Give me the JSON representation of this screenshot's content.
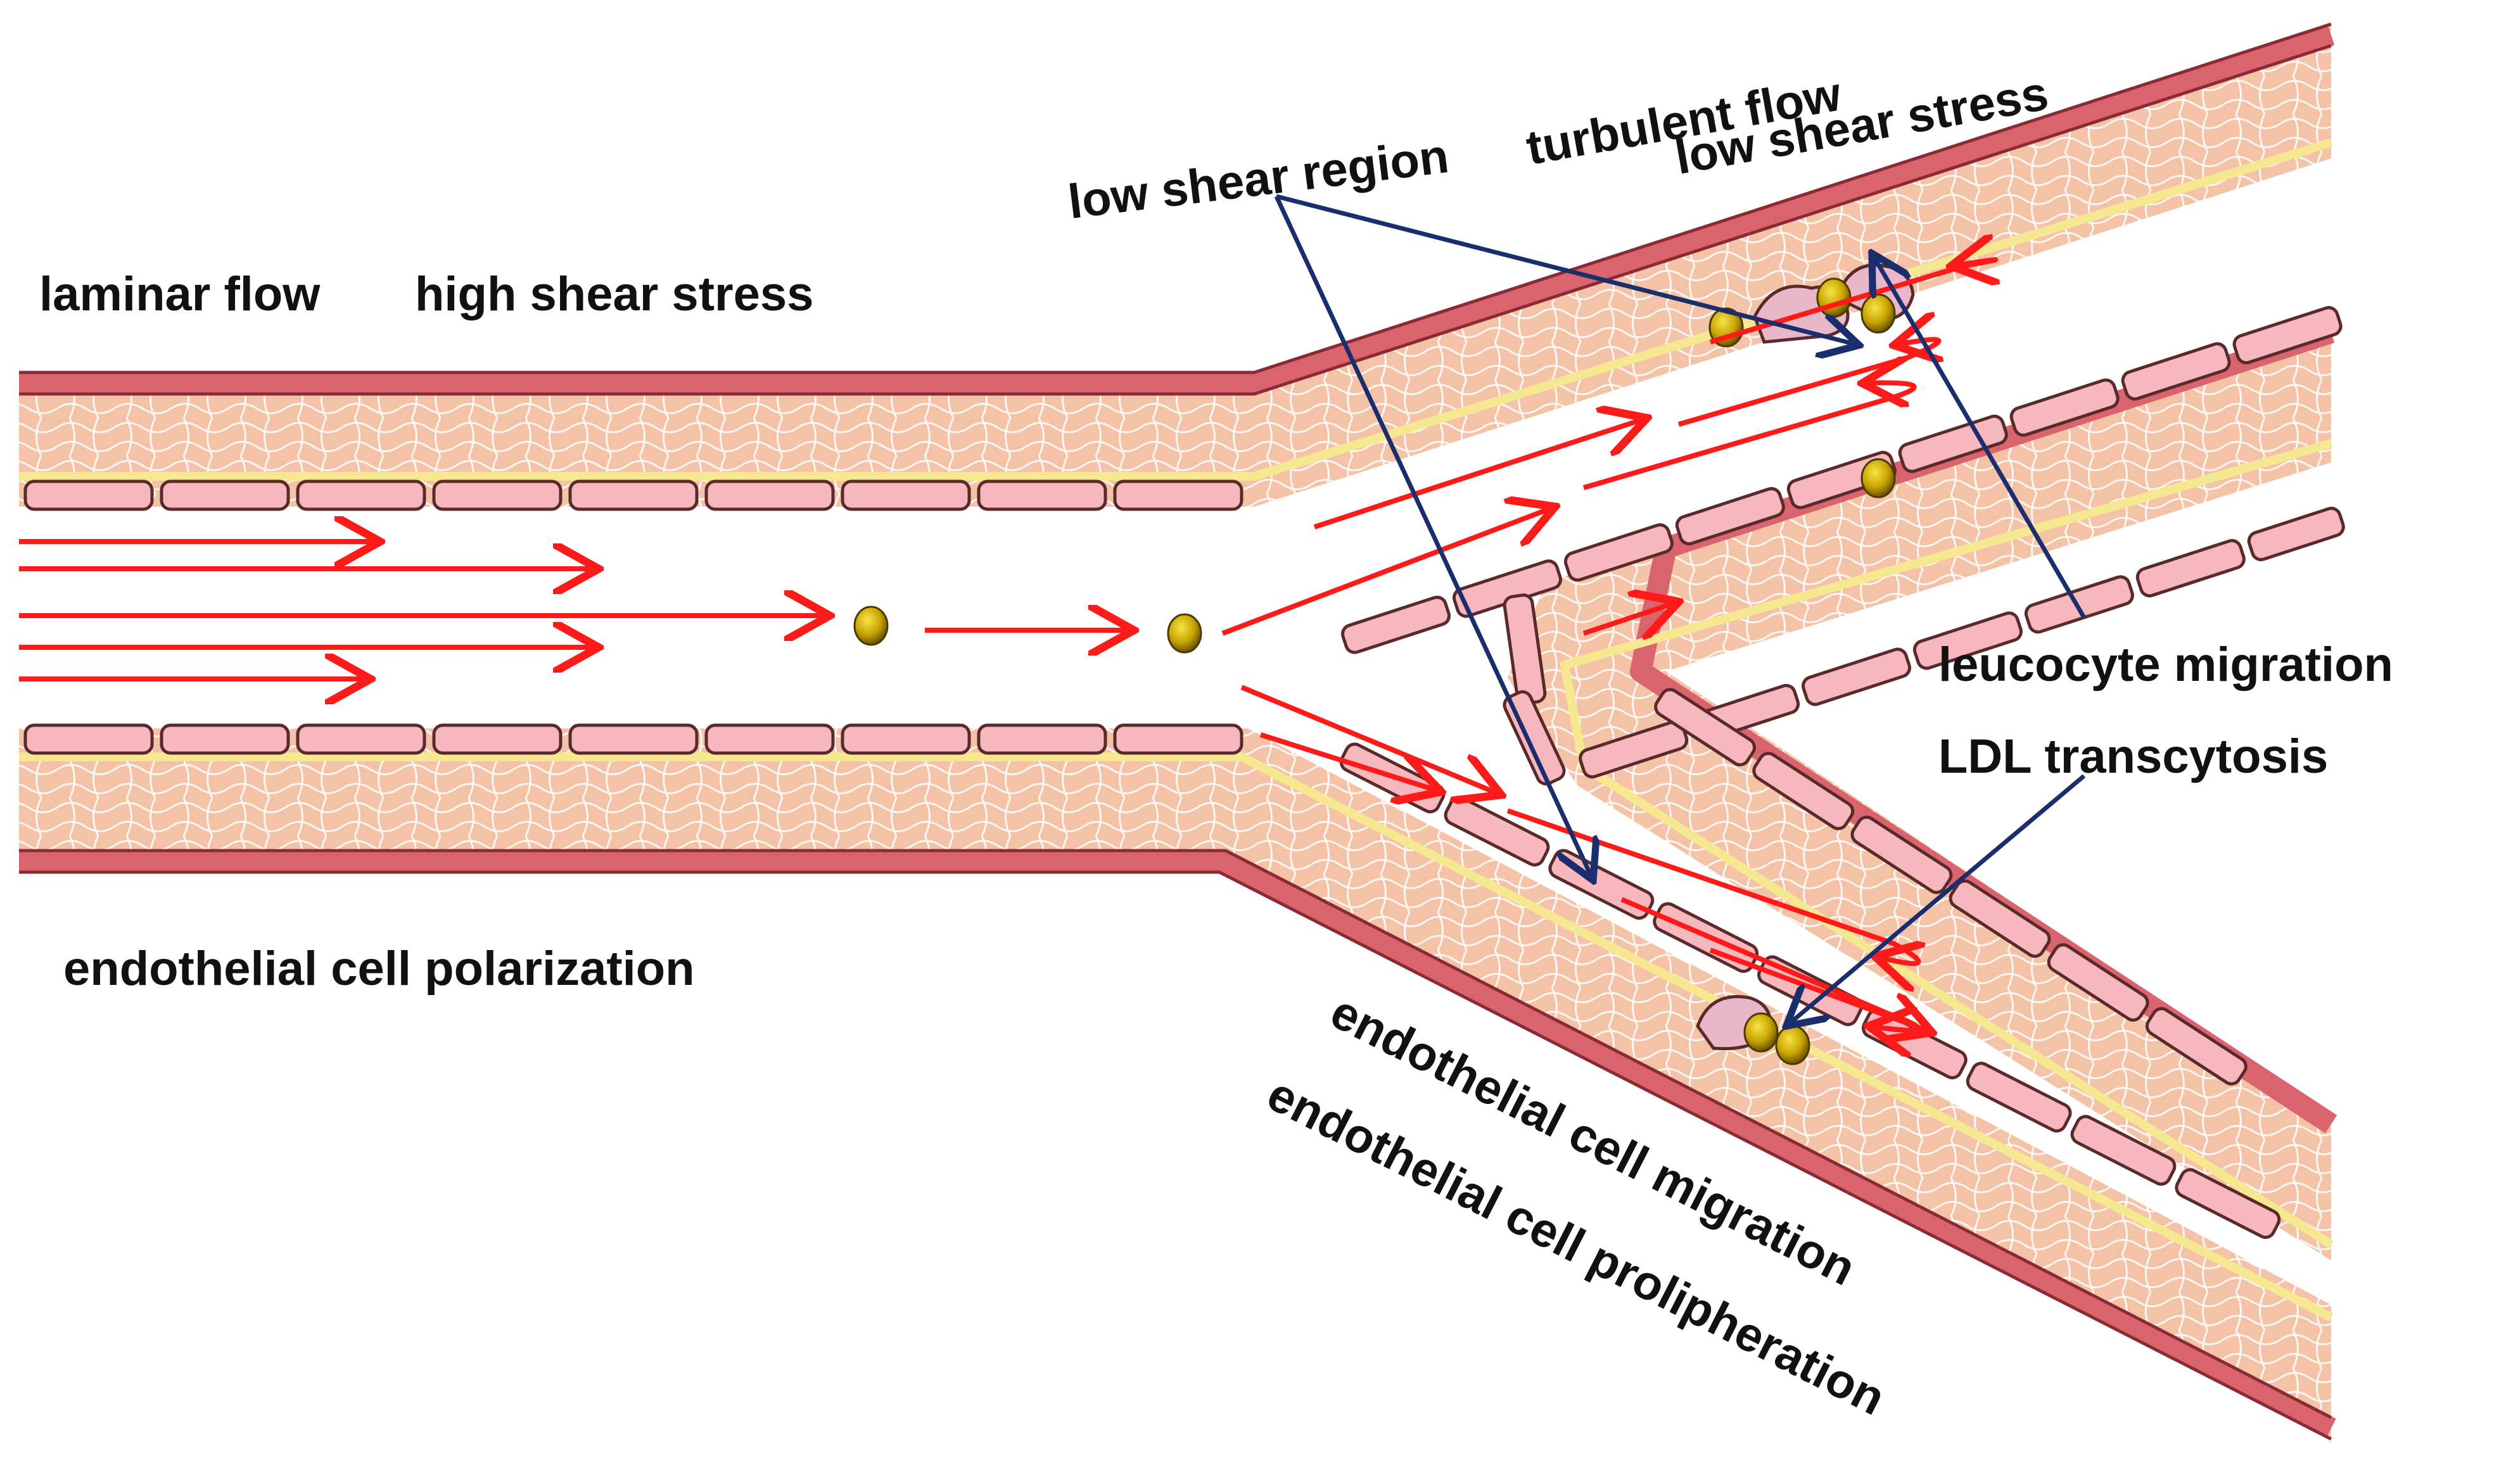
{
  "labels": {
    "laminar_flow": "laminar flow",
    "high_shear_stress": "high shear stress",
    "low_shear_region": "low shear region",
    "turbulent_flow": "turbulent flow",
    "low_shear_stress": "low shear stress",
    "leucocyte_migration": "leucocyte migration",
    "ldl_transcytosis": "LDL transcytosis",
    "endothelial_cell_polarization": "endothelial cell polarization",
    "endothelial_cell_migration": "endothelial cell migration",
    "endothelial_cell_proliferation": "endothelial cell prolipheration"
  },
  "colors": {
    "vessel_wall": "#f4c2a6",
    "adventitia": "#d9646e",
    "endothelial_cell": "#f6b8bc",
    "elastic_lamina": "#f6e890",
    "flow_arrow": "#ff1a1a",
    "annotation_arrow": "#1a2e6e",
    "particle": "#c9a400",
    "leucocyte": "#e8b8c8"
  }
}
